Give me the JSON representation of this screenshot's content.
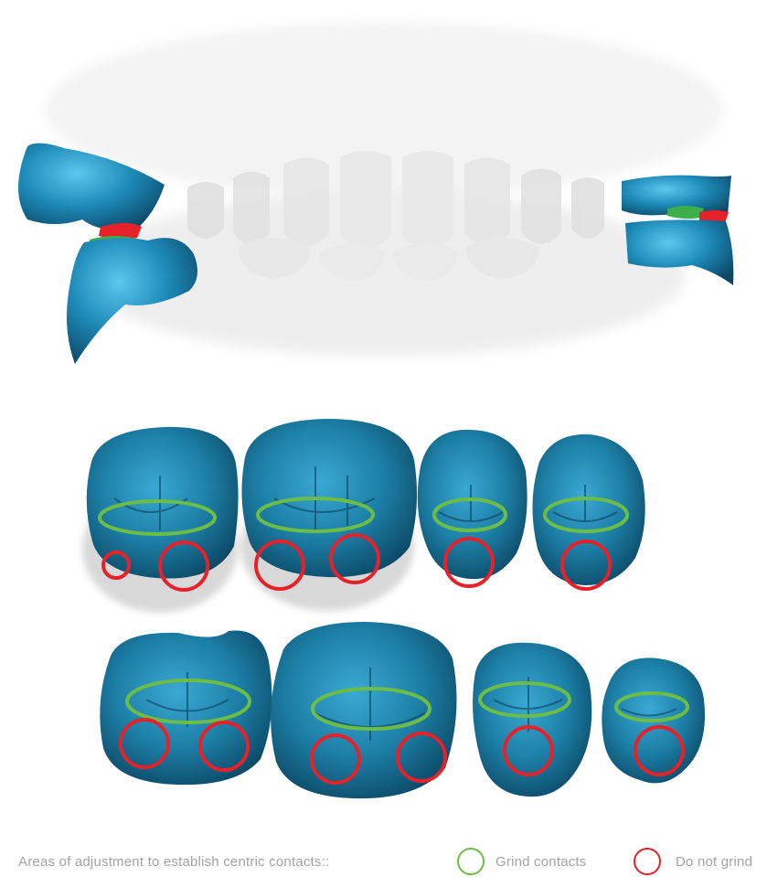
{
  "caption": "Areas of adjustment to establish centric contacts::",
  "legend": [
    {
      "label": "Grind contacts",
      "color": "#6cbd45",
      "icon": "green-circle-icon"
    },
    {
      "label": "Do not grind",
      "color": "#e6212a",
      "icon": "red-circle-icon"
    }
  ],
  "colors": {
    "tooth_blue": "#1d7fa6",
    "tooth_dark": "#0d4f6e",
    "tooth_highlight": "#6fd2f2",
    "contact_green": "#6cbd45",
    "contact_red": "#e6212a"
  }
}
